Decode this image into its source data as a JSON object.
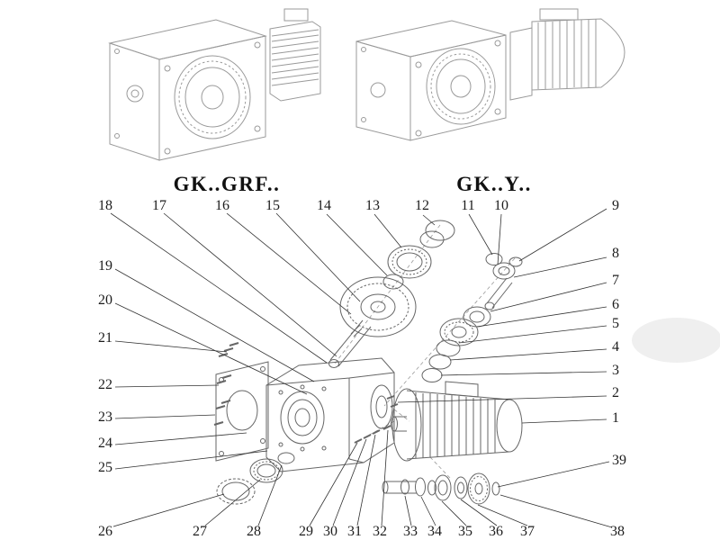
{
  "page": {
    "background": "#ffffff"
  },
  "headings": {
    "left_variant": "GK..GRF..",
    "right_variant": "GK..Y.."
  },
  "callouts": [
    "1",
    "2",
    "3",
    "4",
    "5",
    "6",
    "7",
    "8",
    "9",
    "10",
    "11",
    "12",
    "13",
    "14",
    "15",
    "16",
    "17",
    "18",
    "19",
    "20",
    "21",
    "22",
    "23",
    "24",
    "25",
    "26",
    "27",
    "28",
    "29",
    "30",
    "31",
    "32",
    "33",
    "34",
    "35",
    "36",
    "37",
    "38",
    "39"
  ],
  "colors": {
    "drawing_line": "#9a9a9a",
    "exploded_line": "#666666",
    "leader_line": "#333333",
    "label_text": "#1c1c1c",
    "heading_text": "#111111"
  }
}
